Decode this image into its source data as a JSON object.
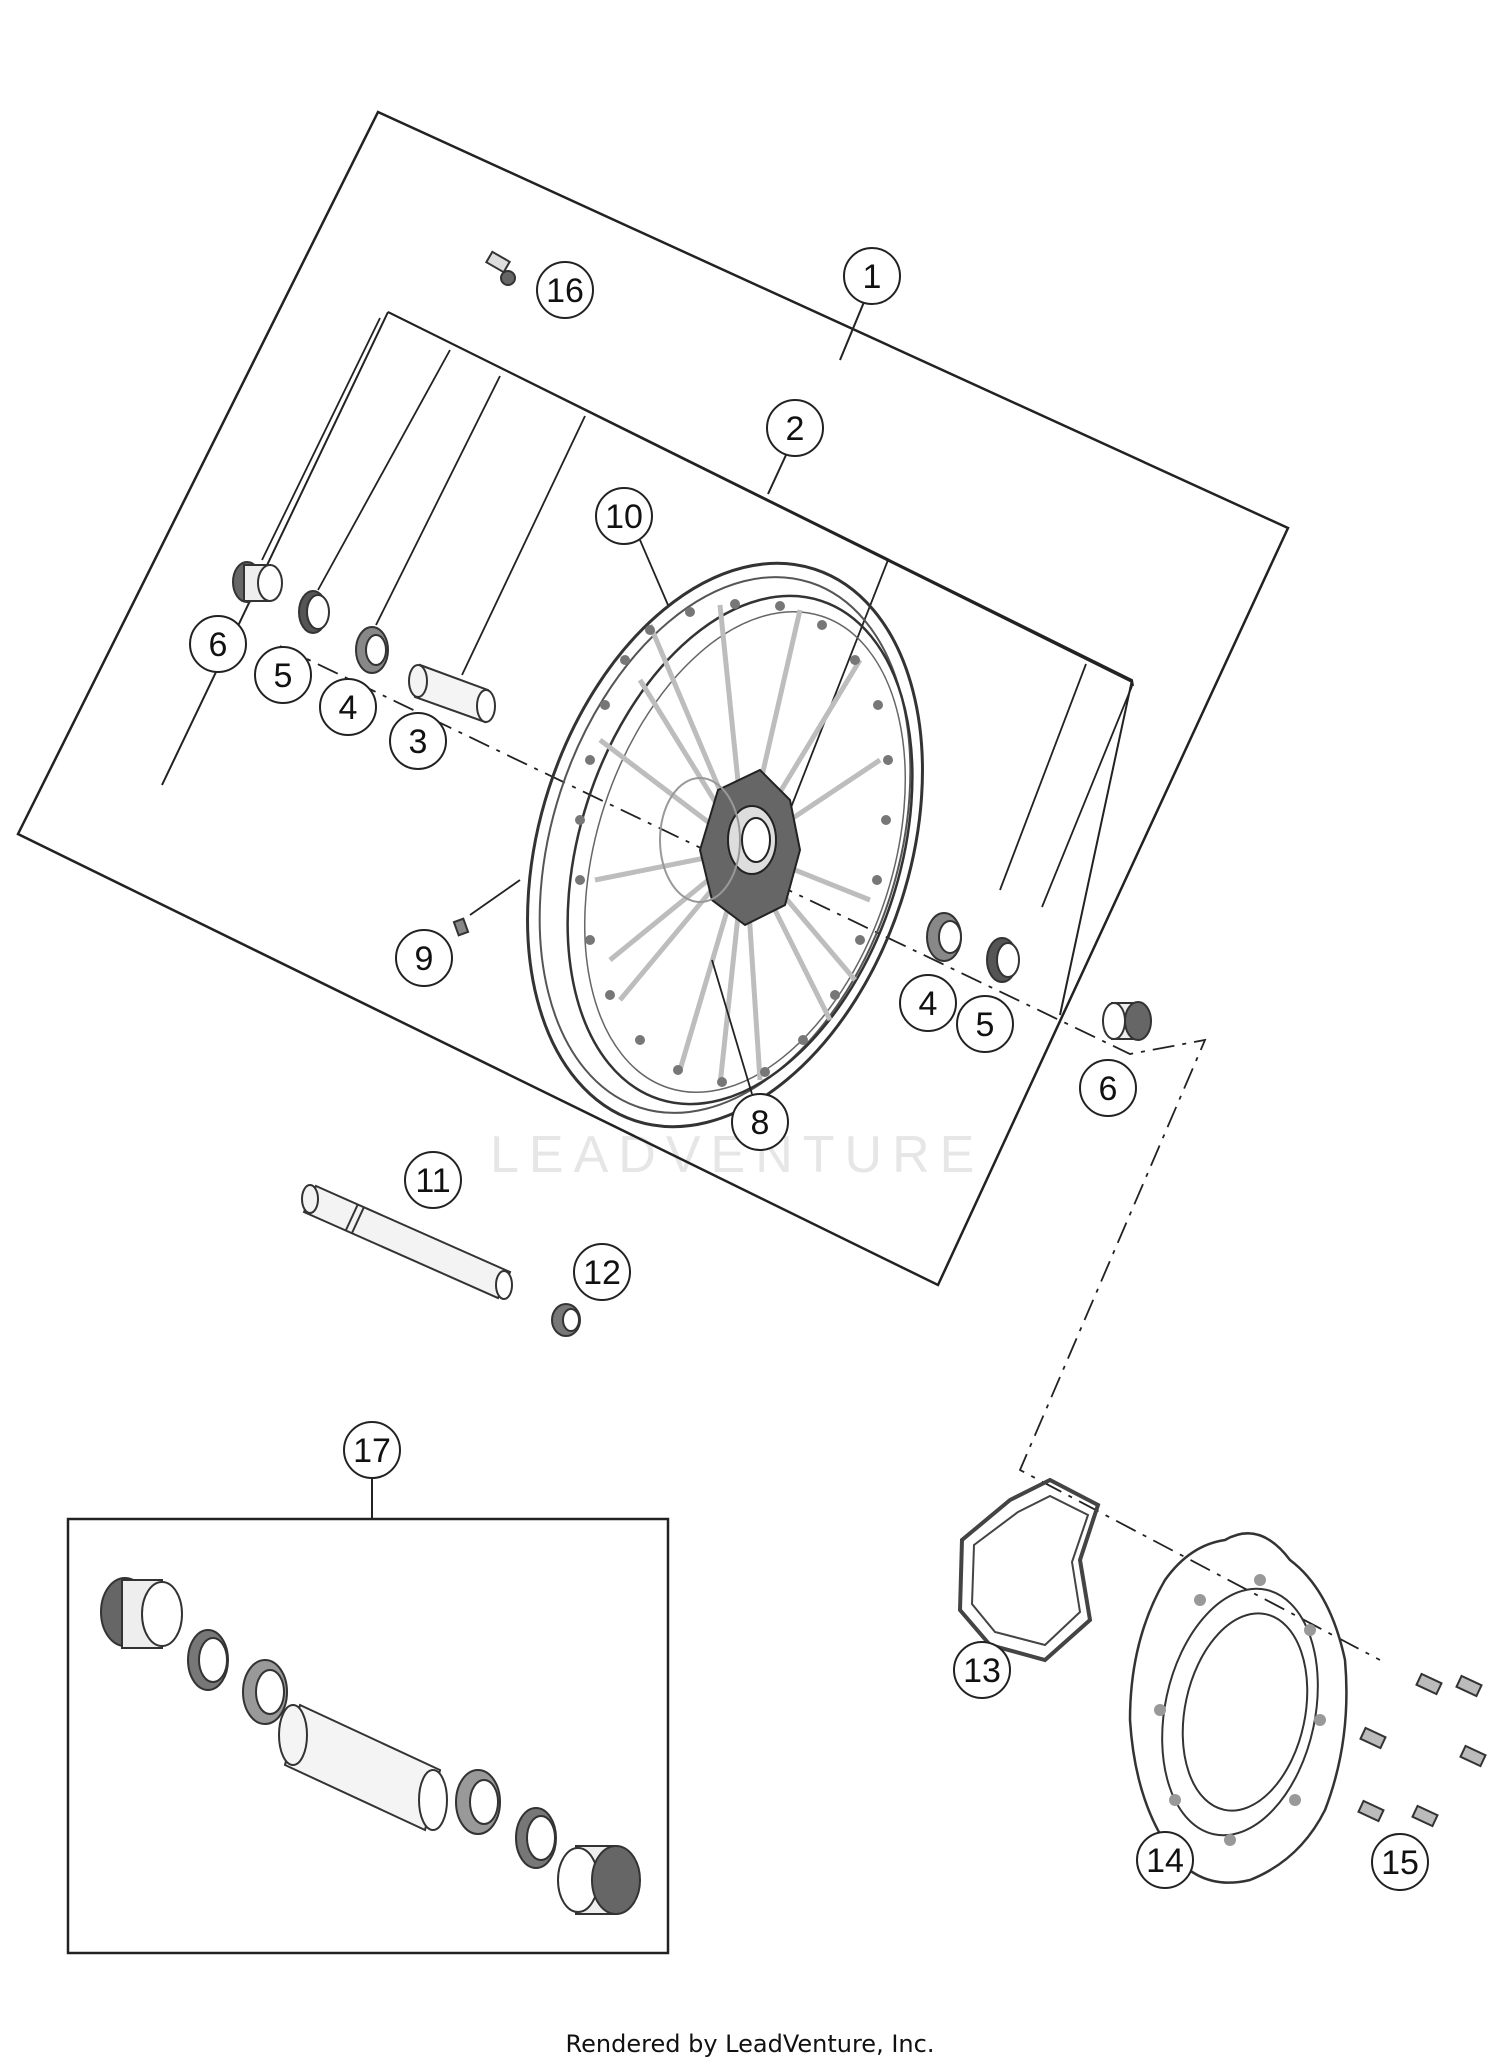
{
  "callouts": {
    "c1": "1",
    "c2": "2",
    "c3": "3",
    "c4a": "4",
    "c4b": "4",
    "c5a": "5",
    "c5b": "5",
    "c6a": "6",
    "c6b": "6",
    "c8": "8",
    "c9": "9",
    "c10": "10",
    "c11": "11",
    "c12": "12",
    "c13": "13",
    "c14": "14",
    "c15": "15",
    "c16": "16",
    "c17": "17"
  },
  "watermark": "LEADVENTURE",
  "footer": "Rendered by LeadVenture, Inc.",
  "colors": {
    "line": "#222222",
    "part": "#444444",
    "spoke": "#bdbdbd",
    "watermark": "#e6e6e6"
  }
}
